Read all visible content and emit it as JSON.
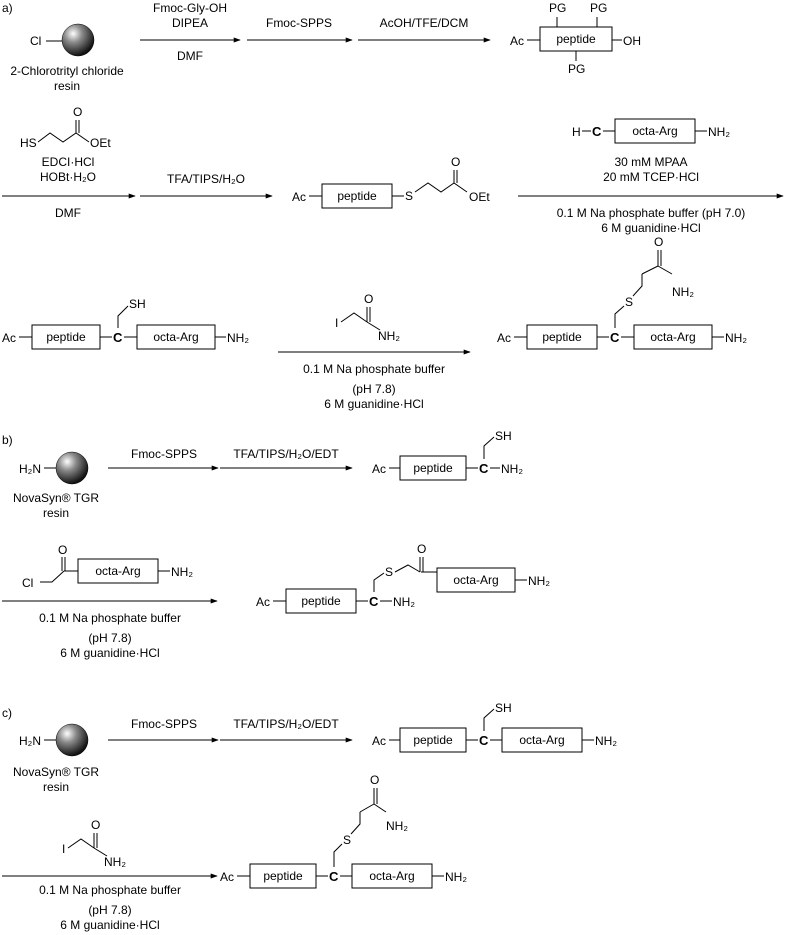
{
  "panels": {
    "a": "a)",
    "b": "b)",
    "c": "c)"
  },
  "labels": {
    "cl": "Cl",
    "resin_a_line1": "2-Chlorotrityl chloride",
    "resin_a_line2": "resin",
    "h2n": "H₂N",
    "resin_b_line1": "NovaSyn® TGR",
    "resin_b_line2": "resin",
    "peptide": "peptide",
    "octa_arg": "octa-Arg",
    "ac": "Ac",
    "pg": "PG",
    "oh": "OH",
    "s": "S",
    "sh": "SH",
    "oet": "OEt",
    "o": "O",
    "nh2": "NH₂",
    "h": "H",
    "c": "C",
    "i": "I",
    "hs": "HS"
  },
  "conditions": {
    "a1_top1": "Fmoc-Gly-OH",
    "a1_top2": "DIPEA",
    "a1_bottom": "DMF",
    "a2_top": "Fmoc-SPPS",
    "a3_top": "AcOH/TFE/DCM",
    "a4_top1": "EDCI·HCl",
    "a4_top2": "HOBt·H₂O",
    "a4_bottom": "DMF",
    "a5_top": "TFA/TIPS/H₂O",
    "a6_top1": "30 mM MPAA",
    "a6_top2": "20 mM TCEP·HCl",
    "a6_bottom1": "0.1 M Na phosphate buffer (pH 7.0)",
    "a6_bottom2": "6 M guanidine·HCl",
    "buffer_line1": "0.1 M Na phosphate buffer",
    "buffer_line2": "(pH 7.8)",
    "buffer_line3": "6 M guanidine·HCl",
    "b1_top": "Fmoc-SPPS",
    "b2_top": "TFA/TIPS/H₂O/EDT",
    "c1_top": "Fmoc-SPPS",
    "c2_top": "TFA/TIPS/H₂O/EDT"
  },
  "colors": {
    "line": "#000000",
    "background": "#ffffff"
  }
}
